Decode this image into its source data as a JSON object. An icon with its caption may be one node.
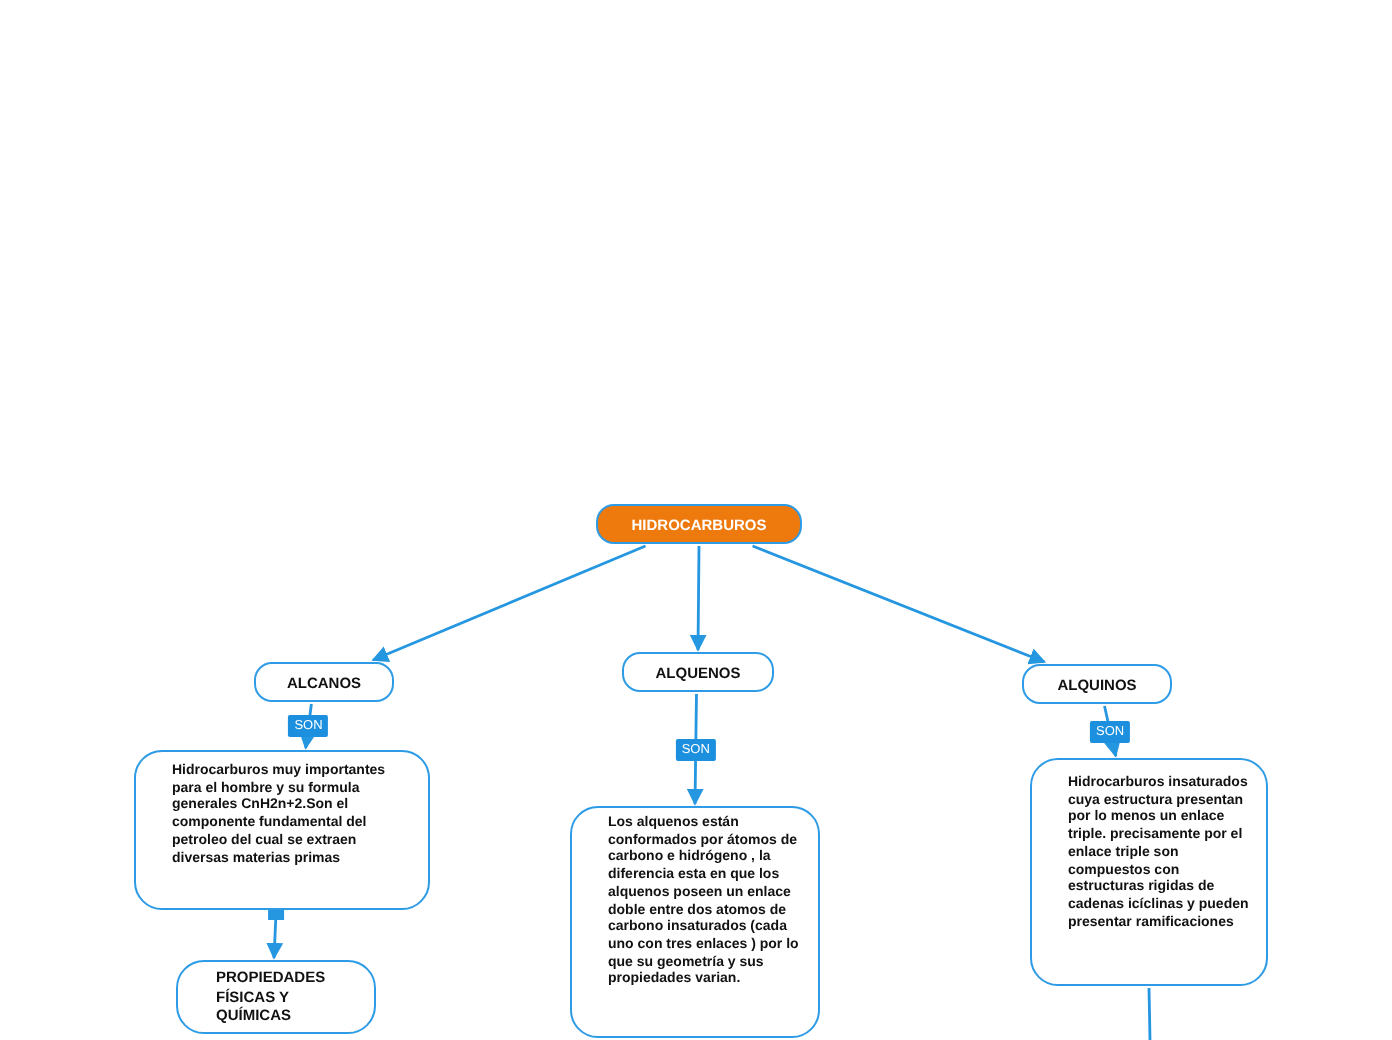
{
  "diagram": {
    "nodes": [
      {
        "text": [
          "HIDROCARBUROS"
        ]
      },
      {
        "text": [
          "ALCANOS"
        ]
      },
      {
        "text": [
          "ALQUENOS"
        ]
      },
      {
        "text": [
          "ALQUINOS"
        ]
      },
      {
        "text": [
          "Hidrocarburos muy importantes para el hombre y su formula generales CnH2n+2.Son el componente fundamental del petroleo del cual se extraen diversas materias primas"
        ]
      },
      {
        "text": [
          "Los alquenos están conformados por átomos de carbono e hidrógeno , la diferencia esta en que los alquenos poseen un enlace doble entre dos atomos de carbono insaturados (cada uno con tres enlaces ) por lo que su geometría y sus propiedades varian."
        ]
      },
      {
        "text": [
          "Hidrocarburos insaturados cuya estructura presentan por lo menos un enlace triple. precisamente por el enlace triple son compuestos con estructuras rigidas de cadenas icíclinas y pueden presentar ramificaciones"
        ]
      },
      {
        "text": [
          "PROPIEDADES FÍSICAS Y QUÍMICAS"
        ]
      }
    ],
    "edges": [
      {
        "from": 0,
        "to": 1,
        "arrow": "to"
      },
      {
        "from": 0,
        "to": 2,
        "arrow": "to"
      },
      {
        "from": 0,
        "to": 3,
        "arrow": "to"
      },
      {
        "from": 1,
        "to": 4,
        "arrow": "to",
        "label": "SON"
      },
      {
        "from": 2,
        "to": 5,
        "arrow": "to",
        "label": "SON"
      },
      {
        "from": 3,
        "to": 6,
        "arrow": "to",
        "label": "SON"
      },
      {
        "from": 4,
        "to": 7,
        "arrow": "to"
      },
      {
        "from": 6,
        "to": null,
        "arrow": "none"
      }
    ]
  }
}
